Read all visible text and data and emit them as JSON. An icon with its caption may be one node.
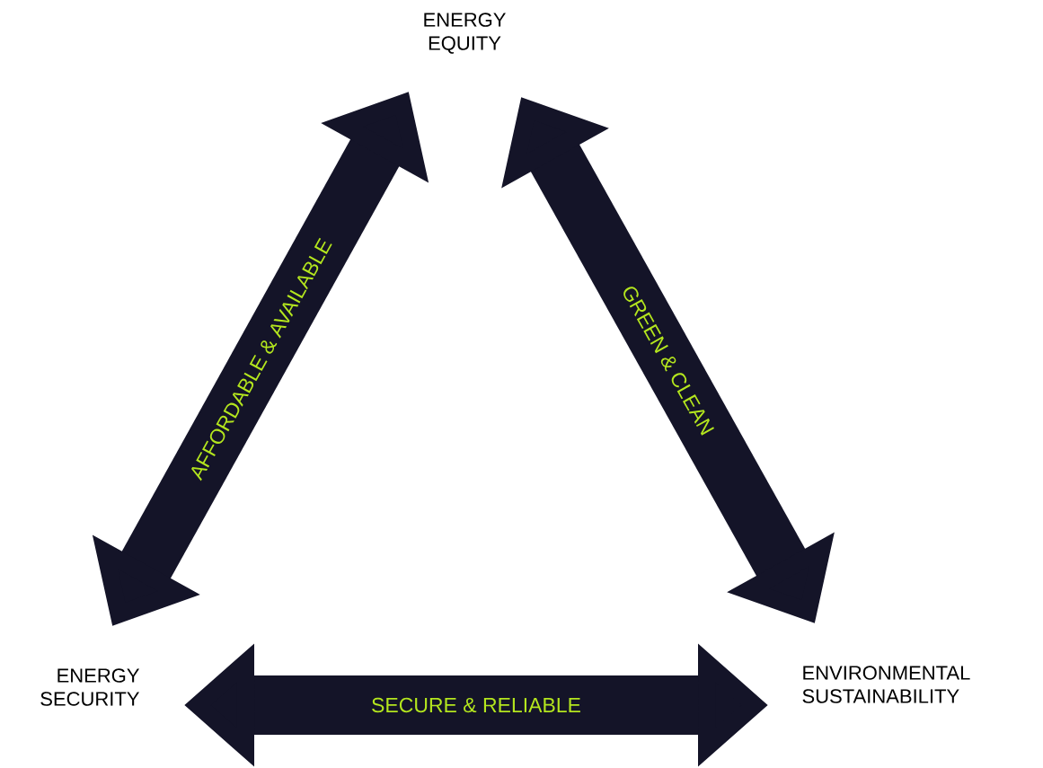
{
  "diagram": {
    "nodes": [
      {
        "text": [
          "ENERGY EQUITY"
        ]
      },
      {
        "text": [
          "ENERGY SECURITY"
        ]
      },
      {
        "text": [
          "ENVIRONMENTAL SUSTAINABILITY"
        ]
      }
    ],
    "edges": [
      {
        "from": 1,
        "to": 0,
        "arrow": "both",
        "label": "AFFORDABLE & AVAILABLE"
      },
      {
        "from": 0,
        "to": 2,
        "arrow": "both",
        "label": "GREEN & CLEAN"
      },
      {
        "from": 1,
        "to": 2,
        "arrow": "both",
        "label": "SECURE & RELIABLE"
      }
    ]
  }
}
